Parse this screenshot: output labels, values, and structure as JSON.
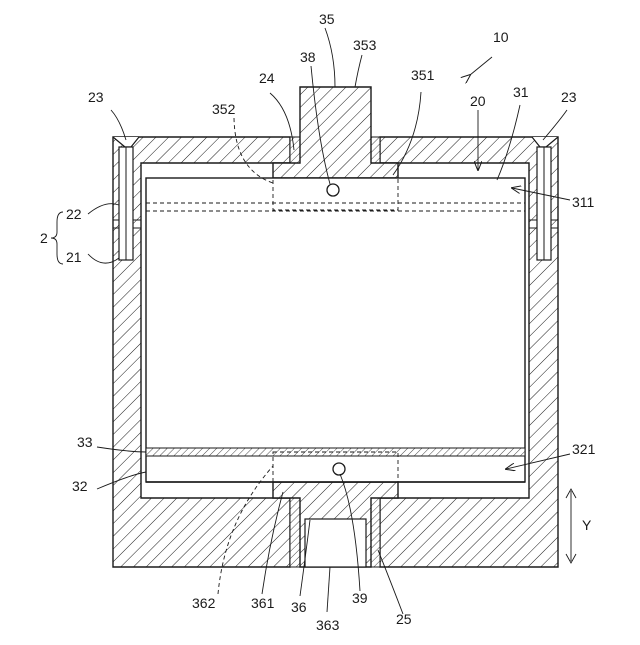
{
  "labels": {
    "l10": "10",
    "l35": "35",
    "l353": "353",
    "l38": "38",
    "l24": "24",
    "l351": "351",
    "l20": "20",
    "l31": "31",
    "l23a": "23",
    "l23b": "23",
    "l352": "352",
    "l311": "311",
    "l22": "22",
    "l2": "2",
    "l21": "21",
    "l33": "33",
    "l321": "321",
    "l32": "32",
    "lY": "Y",
    "l362": "362",
    "l361": "361",
    "l36": "36",
    "l39": "39",
    "l25": "25",
    "l363": "363"
  }
}
